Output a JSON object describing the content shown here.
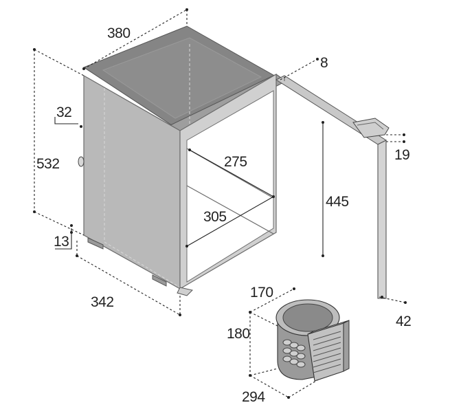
{
  "dimensions": {
    "width_top": "380",
    "door_gap": "8",
    "lock_offset": "32",
    "height": "532",
    "inner_depth": "275",
    "inner_height": "445",
    "inner_width": "305",
    "door_thickness": "19",
    "foot_height": "13",
    "depth": "342",
    "door_clearance": "42",
    "compressor_width": "170",
    "compressor_height": "180",
    "compressor_depth": "294"
  },
  "colors": {
    "cabinet_side": "#b9b9b9",
    "cabinet_top": "#858585",
    "door_edge": "#d4d4d4",
    "compressor": "#a4a4a4"
  }
}
